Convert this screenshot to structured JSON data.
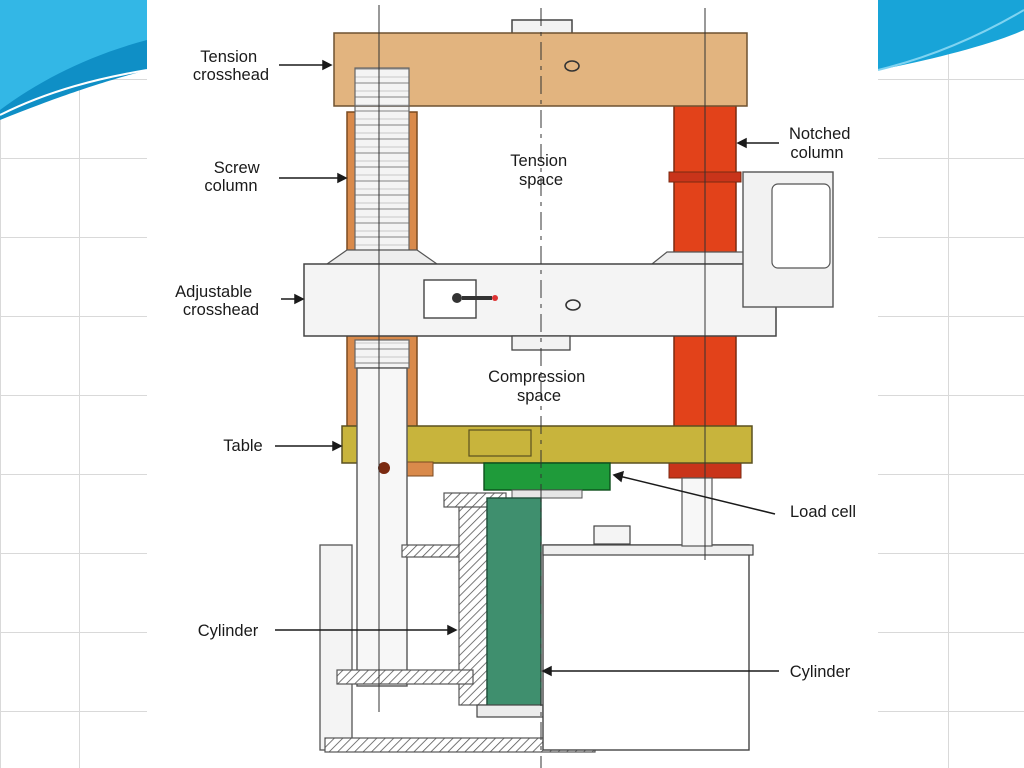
{
  "diagram": {
    "labels": {
      "tension_crosshead": [
        "Tension",
        "crosshead"
      ],
      "screw_column": [
        "Screw",
        "column"
      ],
      "adjustable_crosshead": [
        "Adjustable",
        "crosshead"
      ],
      "table": [
        "Table"
      ],
      "cylinder_left": [
        "Cylinder"
      ],
      "notched_column": [
        "Notched",
        "column"
      ],
      "load_cell": [
        "Load cell"
      ],
      "cylinder_right": [
        "Cylinder"
      ],
      "tension_space": [
        "Tension",
        "space"
      ],
      "compression_space": [
        "Compression",
        "space"
      ]
    },
    "colors": {
      "crosshead": "#e2b47f",
      "screw_column": "#d98a4b",
      "notched_column": "#e2421a",
      "table": "#c8b43c",
      "load_cell": "#1f9b3a",
      "ram": "#3f8f6e",
      "theme_accent": "#1ba0d6"
    }
  }
}
